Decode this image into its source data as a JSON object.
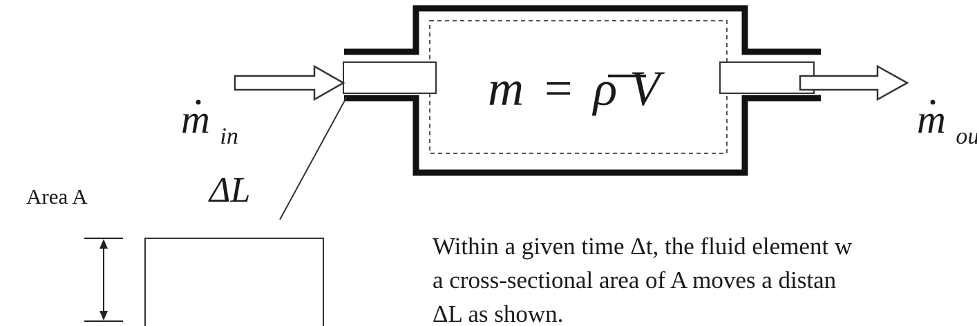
{
  "equation": {
    "lhs": "m",
    "op": "=",
    "rho": "ρ",
    "volume_symbol": "V"
  },
  "mass_flow_in": {
    "base": "m",
    "subscript": "in"
  },
  "mass_flow_out": {
    "base": "m",
    "subscript": "out"
  },
  "delta_L_label": "ΔL",
  "area_label": "Area A",
  "description_lines": [
    "Within a given time Δt, the fluid element w",
    "a cross-sectional area of A moves a distan",
    "ΔL as shown."
  ]
}
